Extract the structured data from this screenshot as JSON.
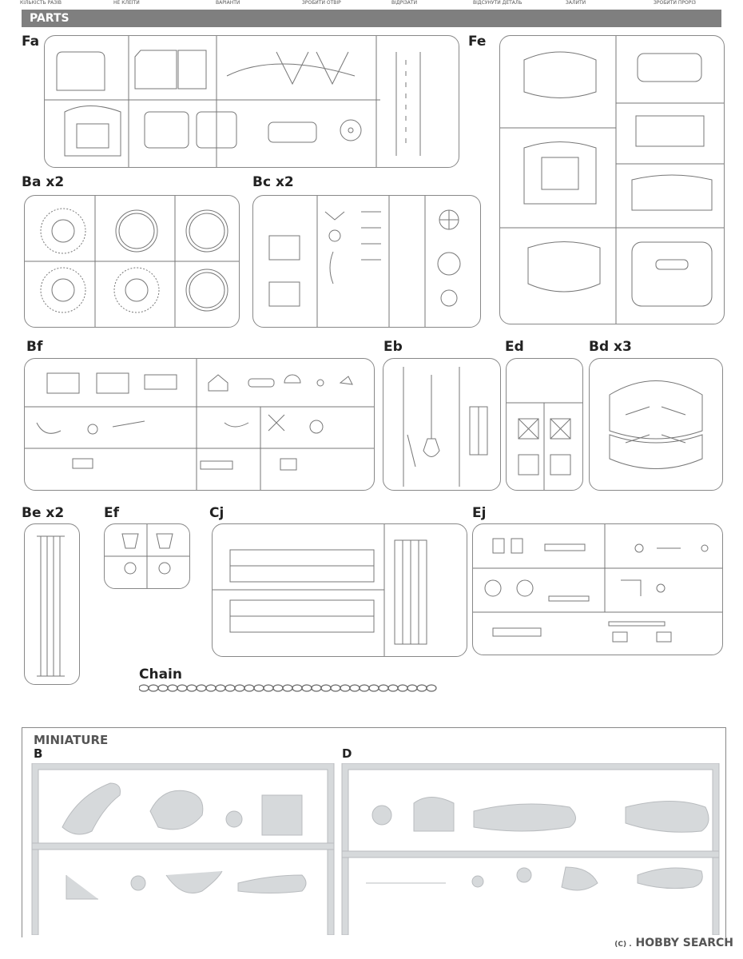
{
  "header_items": [
    "КІЛЬКІСТЬ РАЗІВ",
    "НЕ КЛЕЇТИ",
    "ВАРІАНТИ",
    "ЗРОБИТИ ОТВІР",
    "ВІДРІЗАТИ",
    "ВІДСУНУТИ ДЕТАЛЬ",
    "ЗАЛИТИ",
    "ЗРОБИТИ ПРОРІЗ"
  ],
  "section_title": "PARTS",
  "sprues": [
    {
      "id": "Fa",
      "label": "Fa"
    },
    {
      "id": "Fe",
      "label": "Fe"
    },
    {
      "id": "Ba",
      "label": "Ba x2"
    },
    {
      "id": "Bc",
      "label": "Bc x2"
    },
    {
      "id": "Bf",
      "label": "Bf"
    },
    {
      "id": "Eb",
      "label": "Eb"
    },
    {
      "id": "Ed",
      "label": "Ed"
    },
    {
      "id": "Bd",
      "label": "Bd x3"
    },
    {
      "id": "Be",
      "label": "Be x2"
    },
    {
      "id": "Ef",
      "label": "Ef"
    },
    {
      "id": "Cj",
      "label": "Cj"
    },
    {
      "id": "Ej",
      "label": "Ej"
    }
  ],
  "chain_label": "Chain",
  "miniature": {
    "title": "MINIATURE",
    "left_label": "B",
    "right_label": "D"
  },
  "watermark": {
    "brand": "HOBBY SEARCH",
    "copyright": "(C) ."
  }
}
